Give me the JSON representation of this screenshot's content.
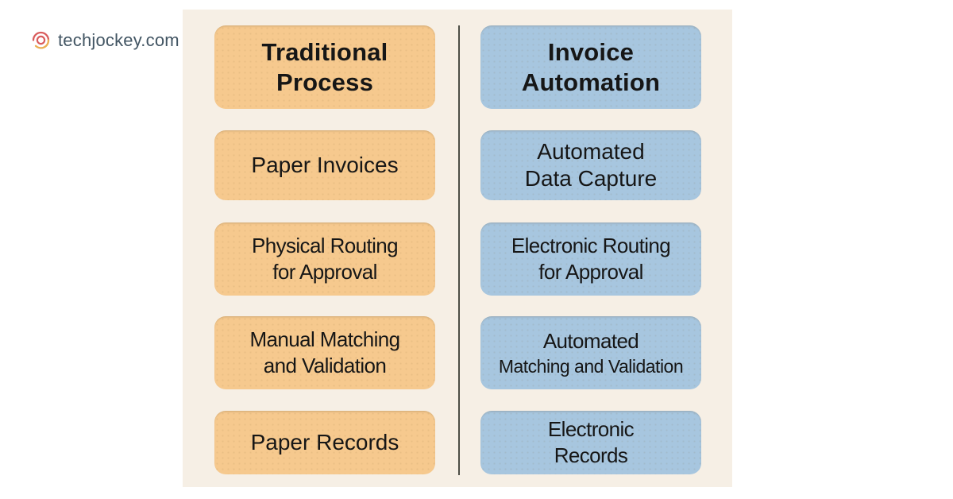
{
  "brand": {
    "name": "techjockey.com",
    "icon": "techjockey-swirl-icon",
    "text_color": "#425563",
    "icon_colors": {
      "red": "#D95C5C",
      "gold": "#EBAE52"
    }
  },
  "panel": {
    "background": "#F6EFE5",
    "divider_color": "#4D4E46"
  },
  "comparison": {
    "columns": [
      {
        "id": "traditional-process",
        "accent": "#F6C98E",
        "title": "Traditional Process",
        "title_lines": [
          "Traditional",
          "Process"
        ],
        "items": [
          {
            "lines": [
              "Paper Invoices"
            ]
          },
          {
            "lines": [
              "Physical Routing",
              "for Approval"
            ]
          },
          {
            "lines": [
              "Manual Matching",
              "and Validation"
            ]
          },
          {
            "lines": [
              "Paper Records"
            ]
          }
        ]
      },
      {
        "id": "invoice-automation",
        "accent": "#A7C6DF",
        "title": "Invoice Automation",
        "title_lines": [
          "Invoice",
          "Automation"
        ],
        "items": [
          {
            "lines": [
              "Automated",
              "Data Capture"
            ]
          },
          {
            "lines": [
              "Electronic Routing",
              "for Approval"
            ]
          },
          {
            "lines": [
              "Automated",
              "Matching and Validation"
            ]
          },
          {
            "lines": [
              "Electronic",
              "Records"
            ]
          }
        ]
      }
    ]
  }
}
